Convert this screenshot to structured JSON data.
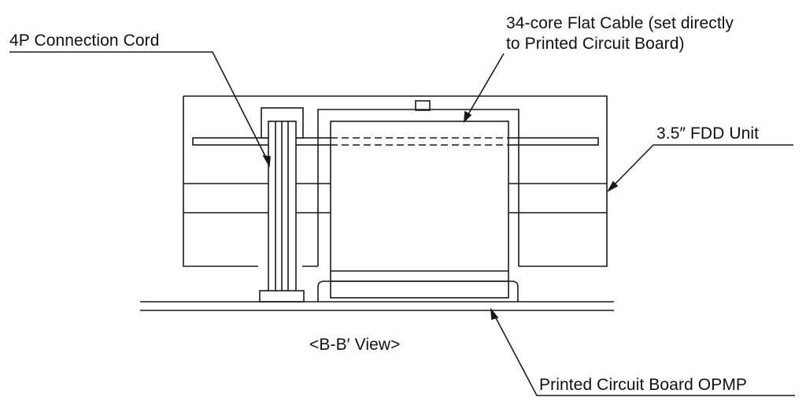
{
  "labels": {
    "connection_cord": "4P Connection Cord",
    "flat_cable_line1": "34-core Flat Cable (set directly",
    "flat_cable_line2": "to Printed Circuit Board)",
    "fdd_unit": "3.5″ FDD Unit",
    "view": "<B-B′ View>",
    "pcb": "Printed Circuit Board OPMP"
  }
}
